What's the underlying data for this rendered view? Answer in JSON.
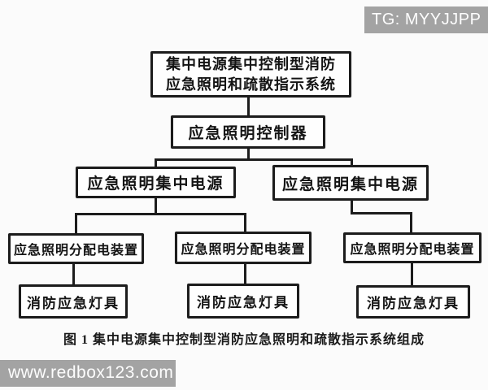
{
  "badge": {
    "label": "TG: MYYJJPP"
  },
  "watermark": {
    "label": "www.redbox123.com"
  },
  "figure": {
    "caption": "图 1 集中电源集中控制型消防应急照明和疏散指示系统组成",
    "nodes": {
      "system_line1": "集中电源集中控制型消防",
      "system_line2": "应急照明和疏散指示系统",
      "controller": "应急照明控制器",
      "central_power_left": "应急照明集中电源",
      "central_power_right": "应急照明集中电源",
      "distribution_1": "应急照明分配电装置",
      "distribution_2": "应急照明分配电装置",
      "distribution_3": "应急照明分配电装置",
      "lamp_1": "消防应急灯具",
      "lamp_2": "消防应急灯具",
      "lamp_3": "消防应急灯具"
    }
  },
  "colors": {
    "ink": "#1c1c1c",
    "paper": "#fbfbfb",
    "overlay_bg": "#a3a3a3",
    "overlay_text": "#fdfdfd"
  }
}
